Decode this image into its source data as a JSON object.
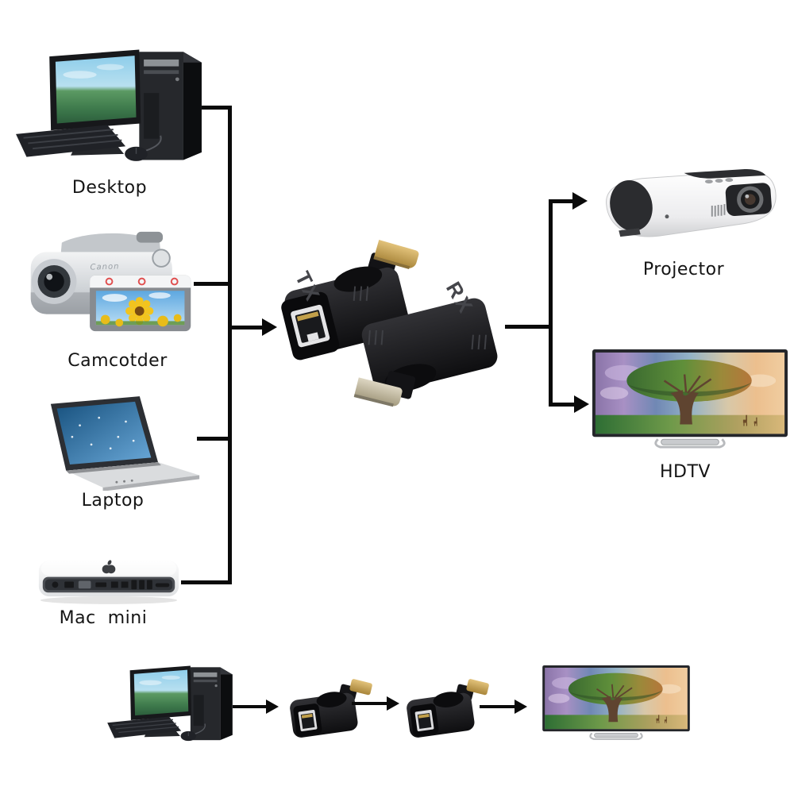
{
  "sources": {
    "desktop": {
      "label": "Desktop"
    },
    "camcorder": {
      "label": "Camcotder",
      "brand": "Canon"
    },
    "laptop": {
      "label": "Laptop"
    },
    "mac_mini": {
      "label": "Mac  mini"
    }
  },
  "extenders": {
    "tx": {
      "marking": "TX"
    },
    "rx": {
      "marking": "RX"
    }
  },
  "displays": {
    "projector": {
      "label": "Projector"
    },
    "hdtv": {
      "label": "HDTV"
    }
  },
  "connections": [
    "Desktop -> input bus",
    "Camcotder -> input bus",
    "Laptop -> input bus",
    "Mac mini -> input bus",
    "input bus -> TX extender",
    "RX extender -> output bus",
    "output bus -> Projector",
    "output bus -> HDTV",
    "bottom example: Desktop -> TX adapter -> RX adapter -> HDTV"
  ],
  "colors": {
    "background": "#ffffff",
    "connector_line": "#0a0a0a",
    "label_text": "#141414",
    "adapter_body": "#1c1c1f",
    "hdmi_gold": "#c9a55a",
    "marking_text": "#45464b"
  }
}
